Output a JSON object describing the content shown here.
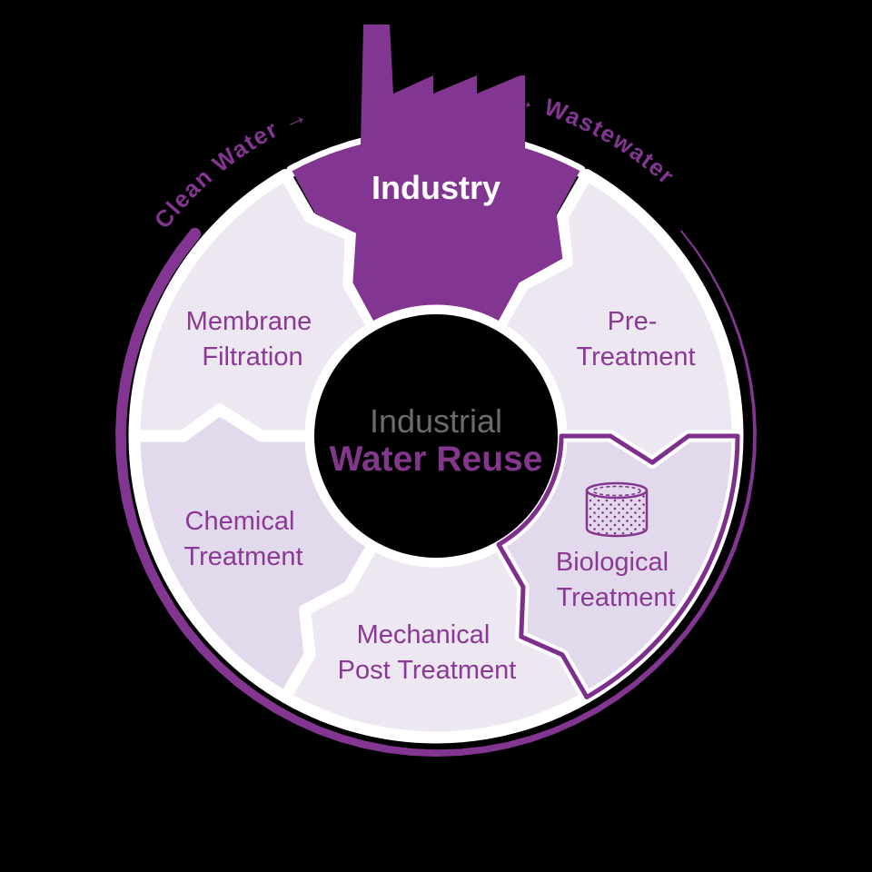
{
  "center": {
    "line1": "Industrial",
    "line2": "Water Reuse"
  },
  "flow": {
    "clean_water": "Clean Water →",
    "wastewater": "→ Wastewater"
  },
  "segments": {
    "industry": {
      "label": "Industry"
    },
    "pre_treatment": {
      "line1": "Pre-",
      "line2": "Treatment"
    },
    "biological": {
      "line1": "Biological",
      "line2": "Treatment"
    },
    "mechanical": {
      "line1": "Mechanical",
      "line2": "Post Treatment"
    },
    "chemical": {
      "line1": "Chemical",
      "line2": "Treatment"
    },
    "membrane": {
      "line1": "Membrane",
      "line2": "Filtration"
    }
  },
  "icons": {
    "factory": "factory-icon",
    "tank": "biological-tank-icon",
    "flow_arrow": "circular-flow-arrow"
  },
  "colors": {
    "background": "#000000",
    "accent_purple": "#833691",
    "highlight_border": "#7E2F8C",
    "light_segment": "#EDE7F2",
    "mid_segment": "#E3D9EC",
    "label_purple": "#8A3996",
    "center_gray": "#6B6B6B",
    "white": "#FFFFFF"
  }
}
